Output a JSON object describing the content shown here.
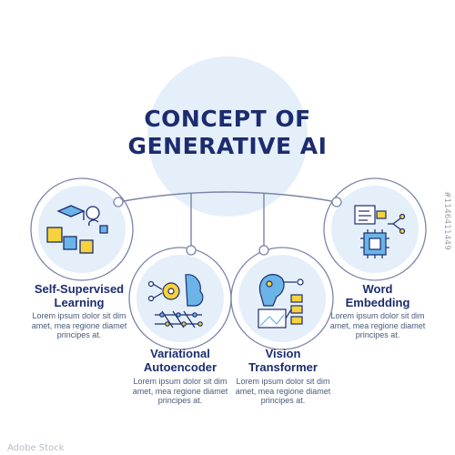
{
  "title": {
    "line1": "CONCEPT OF",
    "line2": "GENERATIVE AI"
  },
  "items": [
    {
      "title_line1": "Self-Supervised",
      "title_line2": "Learning",
      "desc_line1": "Lorem ipsum dolor sit dim",
      "desc_line2": "amet, mea regione diamet",
      "desc_line3": "principes at."
    },
    {
      "title_line1": "Variational",
      "title_line2": "Autoencoder",
      "desc_line1": "Lorem ipsum dolor sit dim",
      "desc_line2": "amet, mea regione diamet",
      "desc_line3": "principes at."
    },
    {
      "title_line1": "Vision",
      "title_line2": "Transformer",
      "desc_line1": "Lorem ipsum dolor sit dim",
      "desc_line2": "amet, mea regione diamet",
      "desc_line3": "principes at."
    },
    {
      "title_line1": "Word",
      "title_line2": "Embedding",
      "desc_line1": "Lorem ipsum dolor sit dim",
      "desc_line2": "amet, mea regione diamet",
      "desc_line3": "principes at."
    }
  ],
  "icons": [
    "learning-puzzle-icon",
    "autoencoder-brain-icon",
    "vision-transformer-icon",
    "word-embedding-chip-icon"
  ],
  "colors": {
    "navy": "#1c2c6e",
    "light_blue": "#e4effa",
    "accent_blue": "#6ab4e8",
    "accent_yellow": "#f6d33c",
    "line": "#7a84a8"
  },
  "watermark": {
    "brand": "Adobe Stock",
    "id": "#1146411449"
  }
}
